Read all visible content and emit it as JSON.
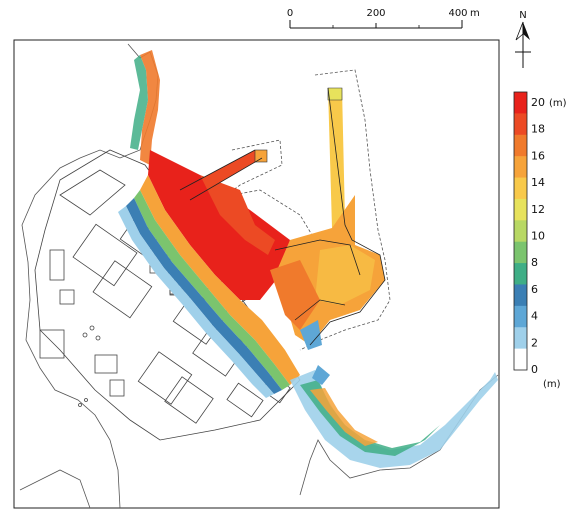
{
  "scale_bar": {
    "ticks": [
      "0",
      "200",
      "400"
    ],
    "unit": "m"
  },
  "north_arrow": {
    "label": "N",
    "icon": "north-arrow-icon"
  },
  "legend": {
    "top_label": "20",
    "unit_top": "(m)",
    "bottom_label": "0",
    "unit_bottom": "(m)",
    "ticks": [
      "18",
      "16",
      "14",
      "12",
      "10",
      "8",
      "6",
      "4",
      "2"
    ],
    "colors": [
      "#e8221b",
      "#ec4a24",
      "#f07a2c",
      "#f6a33a",
      "#f8c94a",
      "#e7e25c",
      "#b8d864",
      "#7bc46e",
      "#3fae86",
      "#3b7fb4",
      "#5ea7d6",
      "#9fd0ea",
      "#ffffff"
    ]
  }
}
